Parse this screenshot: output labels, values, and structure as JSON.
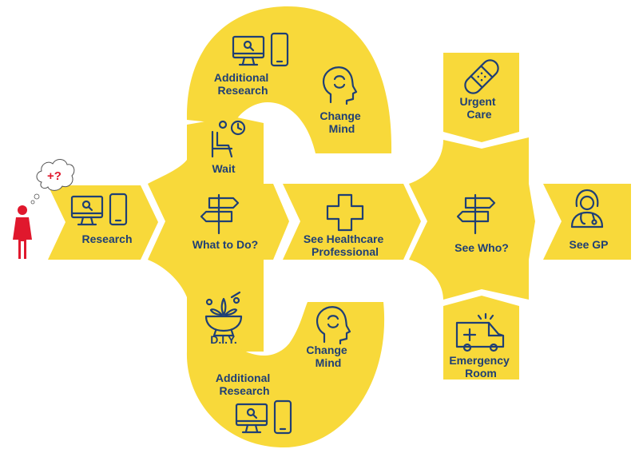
{
  "colors": {
    "accent": "#f8d93a",
    "text": "#1f3f75",
    "person": "#e0182d"
  },
  "nodes": {
    "research": "Research",
    "what_to_do": "What to Do?",
    "wait": "Wait",
    "diy": "D.I.Y.",
    "additional_research_top": [
      "Additional",
      "Research"
    ],
    "change_mind_top": [
      "Change",
      "Mind"
    ],
    "additional_research_bottom": [
      "Additional",
      "Research"
    ],
    "change_mind_bottom": [
      "Change",
      "Mind"
    ],
    "see_healthcare_professional": [
      "See Healthcare",
      "Professional"
    ],
    "see_who": "See Who?",
    "urgent_care": [
      "Urgent",
      "Care"
    ],
    "emergency_room": [
      "Emergency",
      "Room"
    ],
    "see_gp": "See GP"
  },
  "thought_bubble": "+?"
}
